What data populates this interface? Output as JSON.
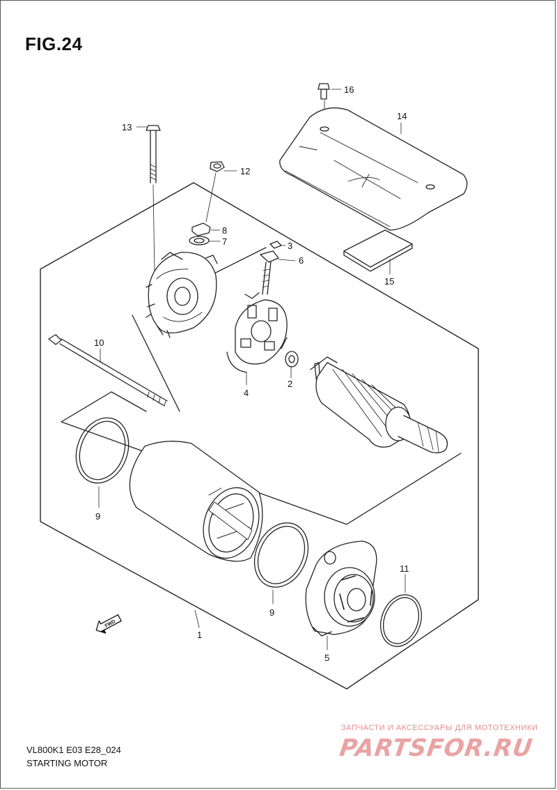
{
  "figure": {
    "title": "FIG.24"
  },
  "footer": {
    "model_code": "VL800K1 E03 E28_024",
    "section_title": "STARTING MOTOR"
  },
  "watermark": {
    "tagline": "ЗАПЧАСТИ И АКСЕССУАРЫ ДЛЯ МОТОТЕХНИКИ",
    "logo_text": "PARTSFOR.RU",
    "color": "#e48a8a"
  },
  "forward_marker": {
    "label": "FWD"
  },
  "callouts": {
    "c1": "1",
    "c2": "2",
    "c3": "3",
    "c4": "4",
    "c5": "5",
    "c6": "6",
    "c7": "7",
    "c8": "8",
    "c9a": "9",
    "c9b": "9",
    "c10": "10",
    "c11": "11",
    "c12": "12",
    "c13": "13",
    "c14": "14",
    "c15": "15",
    "c16": "16"
  }
}
